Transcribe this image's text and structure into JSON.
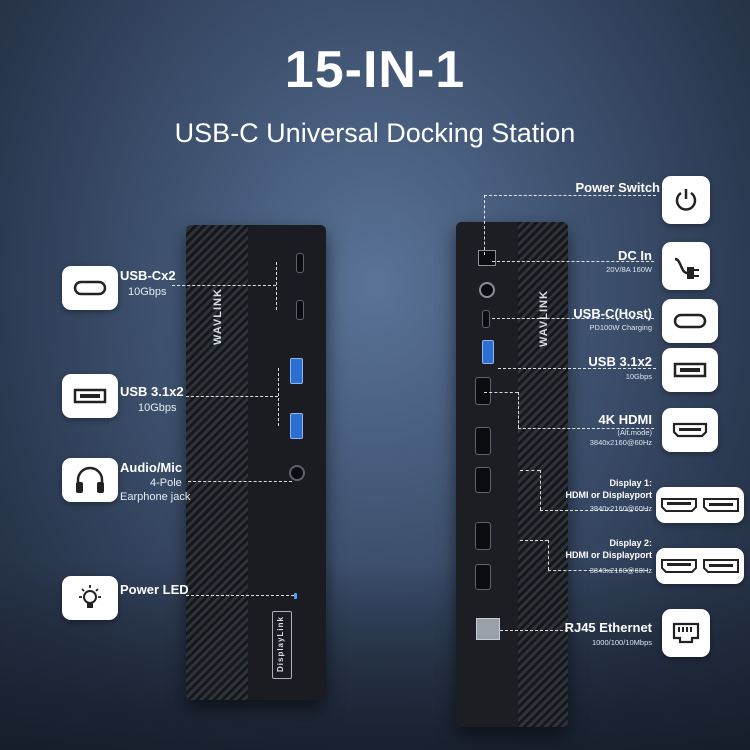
{
  "header": {
    "title": "15-IN-1",
    "subtitle": "USB-C Universal Docking Station"
  },
  "device": {
    "brand": "WAVLINK",
    "badge": "DisplayLink"
  },
  "left_features": [
    {
      "label": "USB-Cx2",
      "detail": "10Gbps",
      "icon": "usb-c-icon"
    },
    {
      "label": "USB 3.1x2",
      "detail": "10Gbps",
      "icon": "usb-a-icon"
    },
    {
      "label": "Audio/Mic",
      "detail": "4-Pole",
      "detail2": "Earphone jack",
      "icon": "headphones-icon"
    },
    {
      "label": "Power LED",
      "icon": "light-bulb-icon"
    }
  ],
  "right_features": [
    {
      "label": "Power Switch",
      "icon": "power-icon"
    },
    {
      "label": "DC In",
      "detail": "20V/8A 160W",
      "icon": "dc-plug-icon"
    },
    {
      "label": "USB-C(Host)",
      "detail": "PD100W Charging",
      "icon": "usb-c-icon"
    },
    {
      "label": "USB 3.1x2",
      "detail": "10Gbps",
      "icon": "usb-a-icon"
    },
    {
      "label": "4K HDMI",
      "detail": "(Alt.mode)",
      "detail2": "3840x2160@60Hz",
      "icon": "hdmi-icon"
    },
    {
      "label": "Display 1:",
      "label2": "HDMI or Displayport",
      "detail": "3840x2160@60Hz",
      "icon": "hdmi-displayport-icon"
    },
    {
      "label": "Display 2:",
      "label2": "HDMI or Displayport",
      "detail": "3840x2160@60Hz",
      "icon": "hdmi-displayport-icon"
    },
    {
      "label": "RJ45 Ethernet",
      "detail": "1000/100/10Mbps",
      "icon": "ethernet-icon"
    }
  ]
}
